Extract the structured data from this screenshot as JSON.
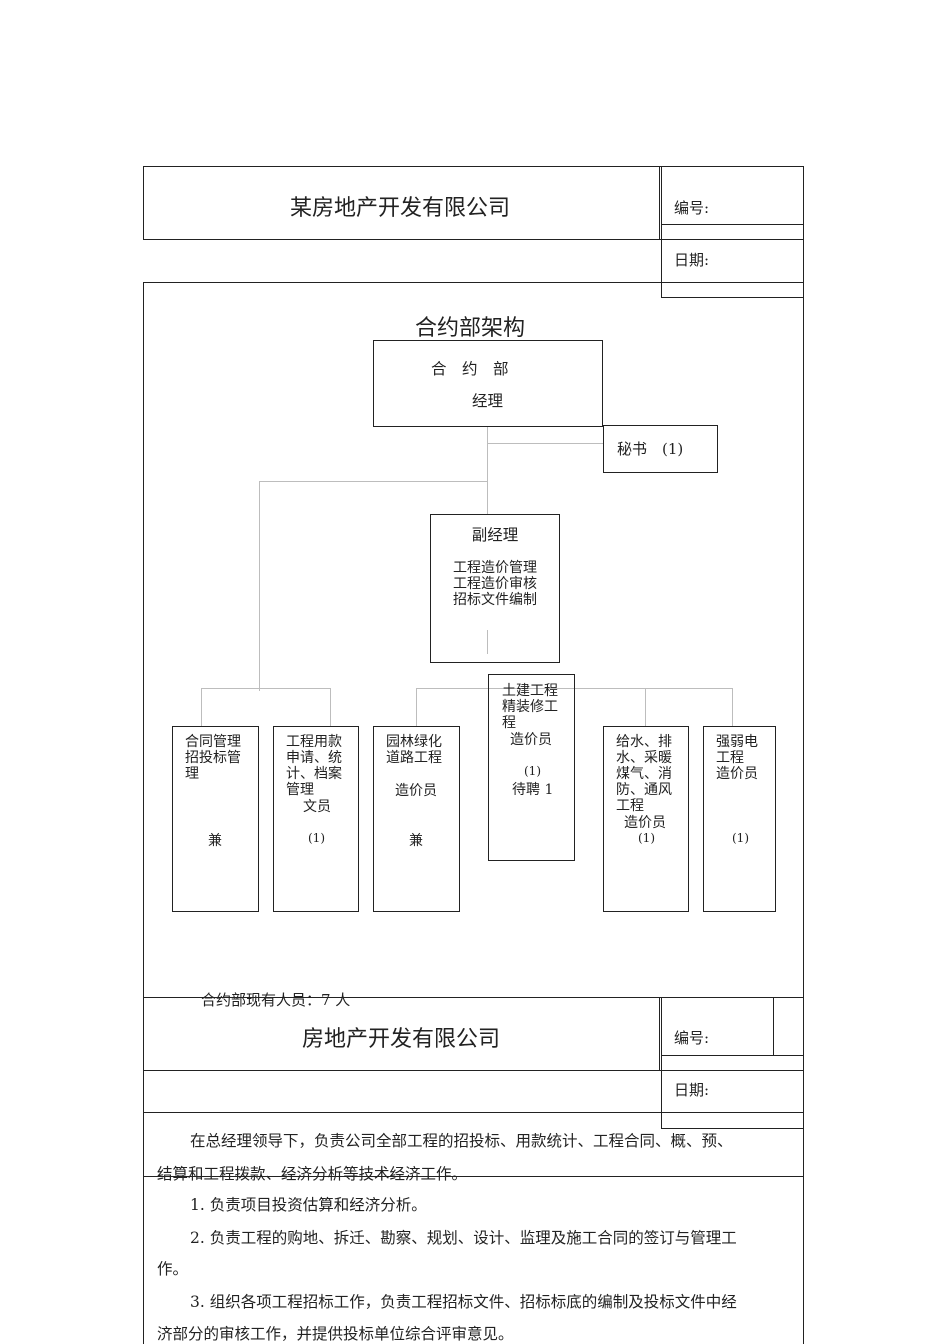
{
  "header1": {
    "company": "某房地产开发有限公司",
    "number_label": "编号:",
    "date_label": "日期:"
  },
  "chart": {
    "title": "合约部架构",
    "manager": {
      "line1": "合　约　部",
      "line2": "经理"
    },
    "secretary": "秘书　(1)",
    "deputy": {
      "title": "副经理",
      "duties": [
        "工程造价管理",
        "工程造价审核",
        "招标文件编制"
      ]
    },
    "staff": [
      {
        "lines": [
          "合同管理",
          "招投标管",
          "理"
        ],
        "extra": "兼"
      },
      {
        "lines": [
          "工程用款",
          "申请、统",
          "计、档案",
          "管理"
        ],
        "role": "文员",
        "extra": "(1)"
      },
      {
        "lines": [
          "园林绿化",
          "道路工程"
        ],
        "role": "造价员",
        "extra": "兼"
      },
      {
        "lines": [
          "土建工程",
          "精装修工",
          "程"
        ],
        "role": "造价员",
        "count": "(1)",
        "extra": "待聘 1"
      },
      {
        "lines": [
          "给水、排",
          "水、采暖",
          "煤气、消",
          "防、通风",
          "工程"
        ],
        "role": "造价员",
        "extra": "(1)"
      },
      {
        "lines": [
          "强弱电",
          "工程",
          "造价员"
        ],
        "extra": "(1)"
      }
    ],
    "headcount": "合约部现有人员：7 人"
  },
  "header2": {
    "company": "房地产开发有限公司",
    "number_label": "编号:",
    "date_label": "日期:"
  },
  "body": {
    "intro": [
      "在总经理领导下，负责公司全部工程的招投标、用款统计、工程合同、概、预、",
      "结算和工程拨款、经济分析等技术经济工作。"
    ],
    "items": [
      [
        "1.  负责项目投资估算和经济分析。"
      ],
      [
        "2.  负责工程的购地、拆迁、勘察、规划、设计、监理及施工合同的签订与管理工",
        "作。"
      ],
      [
        "3.  组织各项工程招标工作，负责工程招标文件、招标标底的编制及投标文件中经",
        "济部分的审核工作，并提供投标单位综合评审意见。"
      ]
    ]
  }
}
